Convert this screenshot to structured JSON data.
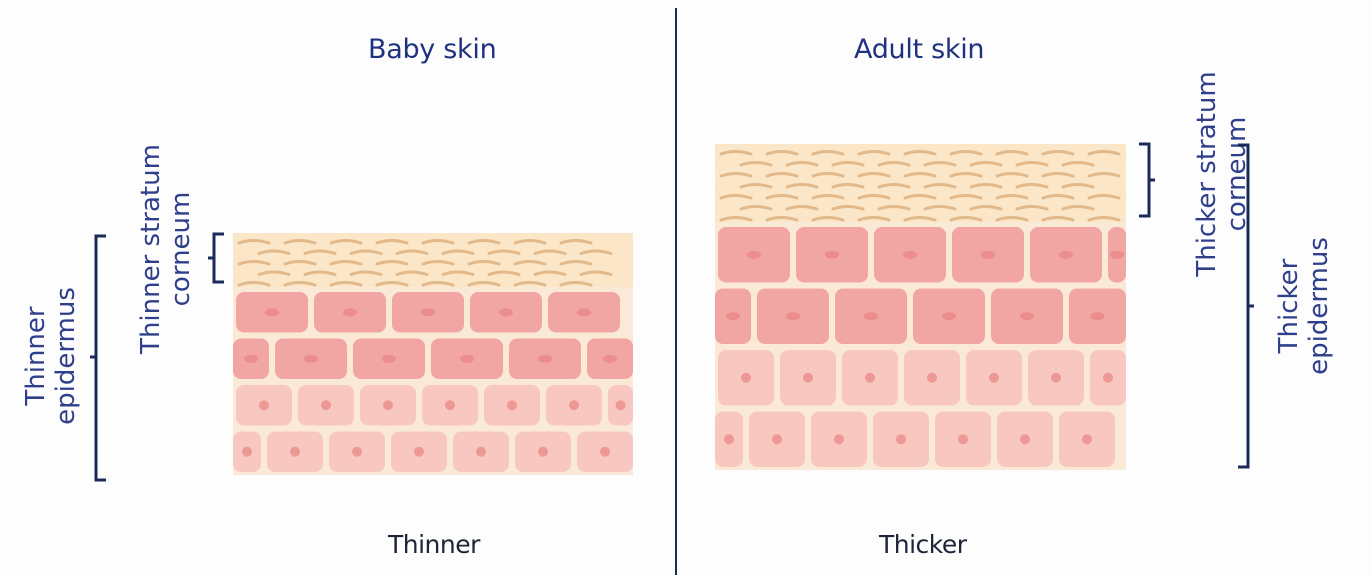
{
  "left": {
    "title": "Baby skin",
    "caption": "Thinner",
    "stratum_label": [
      "Thinner stratum",
      "corneum"
    ],
    "epidermis_label": [
      "Thinner",
      "epidermus"
    ]
  },
  "right": {
    "title": "Adult skin",
    "caption": "Thicker",
    "stratum_label": [
      "Thicker stratum",
      "corneum"
    ],
    "epidermis_label": [
      "Thicker",
      "epidermus"
    ]
  },
  "colors": {
    "ink": "#1c2a5a",
    "title": "#1f3280",
    "label": "#2f3f8c",
    "corneum": "#fbe6c8",
    "corneum_line": "#e2b98a",
    "cell_dark": "#ee9a9a",
    "cell_light": "#f7c2bc",
    "nucleus": "#e98383"
  }
}
